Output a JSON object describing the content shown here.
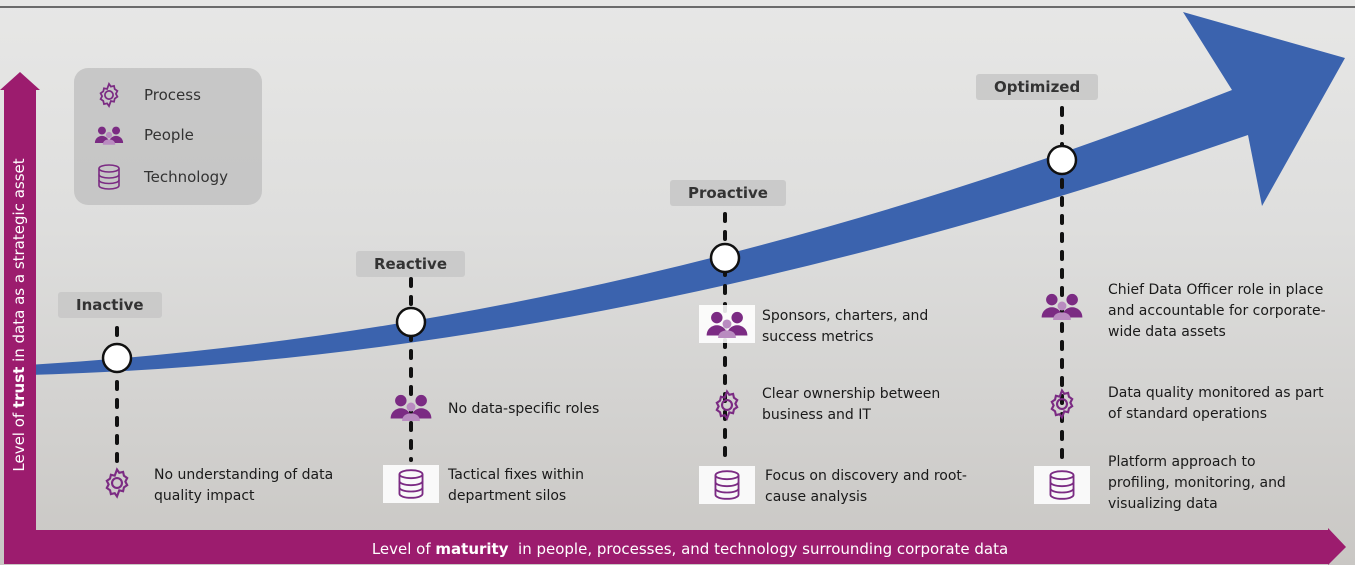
{
  "legend": {
    "items": [
      {
        "label": "Process",
        "icon": "gear-icon"
      },
      {
        "label": "People",
        "icon": "people-icon"
      },
      {
        "label": "Technology",
        "icon": "database-icon"
      }
    ]
  },
  "axes": {
    "y_prefix": "Level of ",
    "y_bold": "trust",
    "y_suffix": " in data as a strategic asset",
    "x_prefix": "Level of ",
    "x_bold": "maturity",
    "x_suffix": "  in people, processes, and technology surrounding corporate data"
  },
  "stages": [
    {
      "name": "Inactive",
      "items": [
        {
          "icon": "gear-icon",
          "text": "No understanding of data quality impact"
        }
      ]
    },
    {
      "name": "Reactive",
      "items": [
        {
          "icon": "people-icon",
          "text": "No data-specific roles"
        },
        {
          "icon": "database-icon",
          "text": "Tactical fixes within department silos"
        }
      ]
    },
    {
      "name": "Proactive",
      "items": [
        {
          "icon": "people-icon",
          "text": "Sponsors, charters, and success metrics"
        },
        {
          "icon": "gear-icon",
          "text": "Clear ownership between business and IT"
        },
        {
          "icon": "database-icon",
          "text": "Focus on discovery and root-cause analysis"
        }
      ]
    },
    {
      "name": "Optimized",
      "items": [
        {
          "icon": "people-icon",
          "text": "Chief Data Officer role in place and accountable for corporate-wide data assets"
        },
        {
          "icon": "gear-icon",
          "text": "Data quality monitored as part of standard operations"
        },
        {
          "icon": "database-icon",
          "text": "Platform approach to profiling, monitoring, and visualizing data"
        }
      ]
    }
  ],
  "colors": {
    "axis": "#9c1c6e",
    "arrow": "#3b63ae",
    "icon": "#7b2b83"
  }
}
